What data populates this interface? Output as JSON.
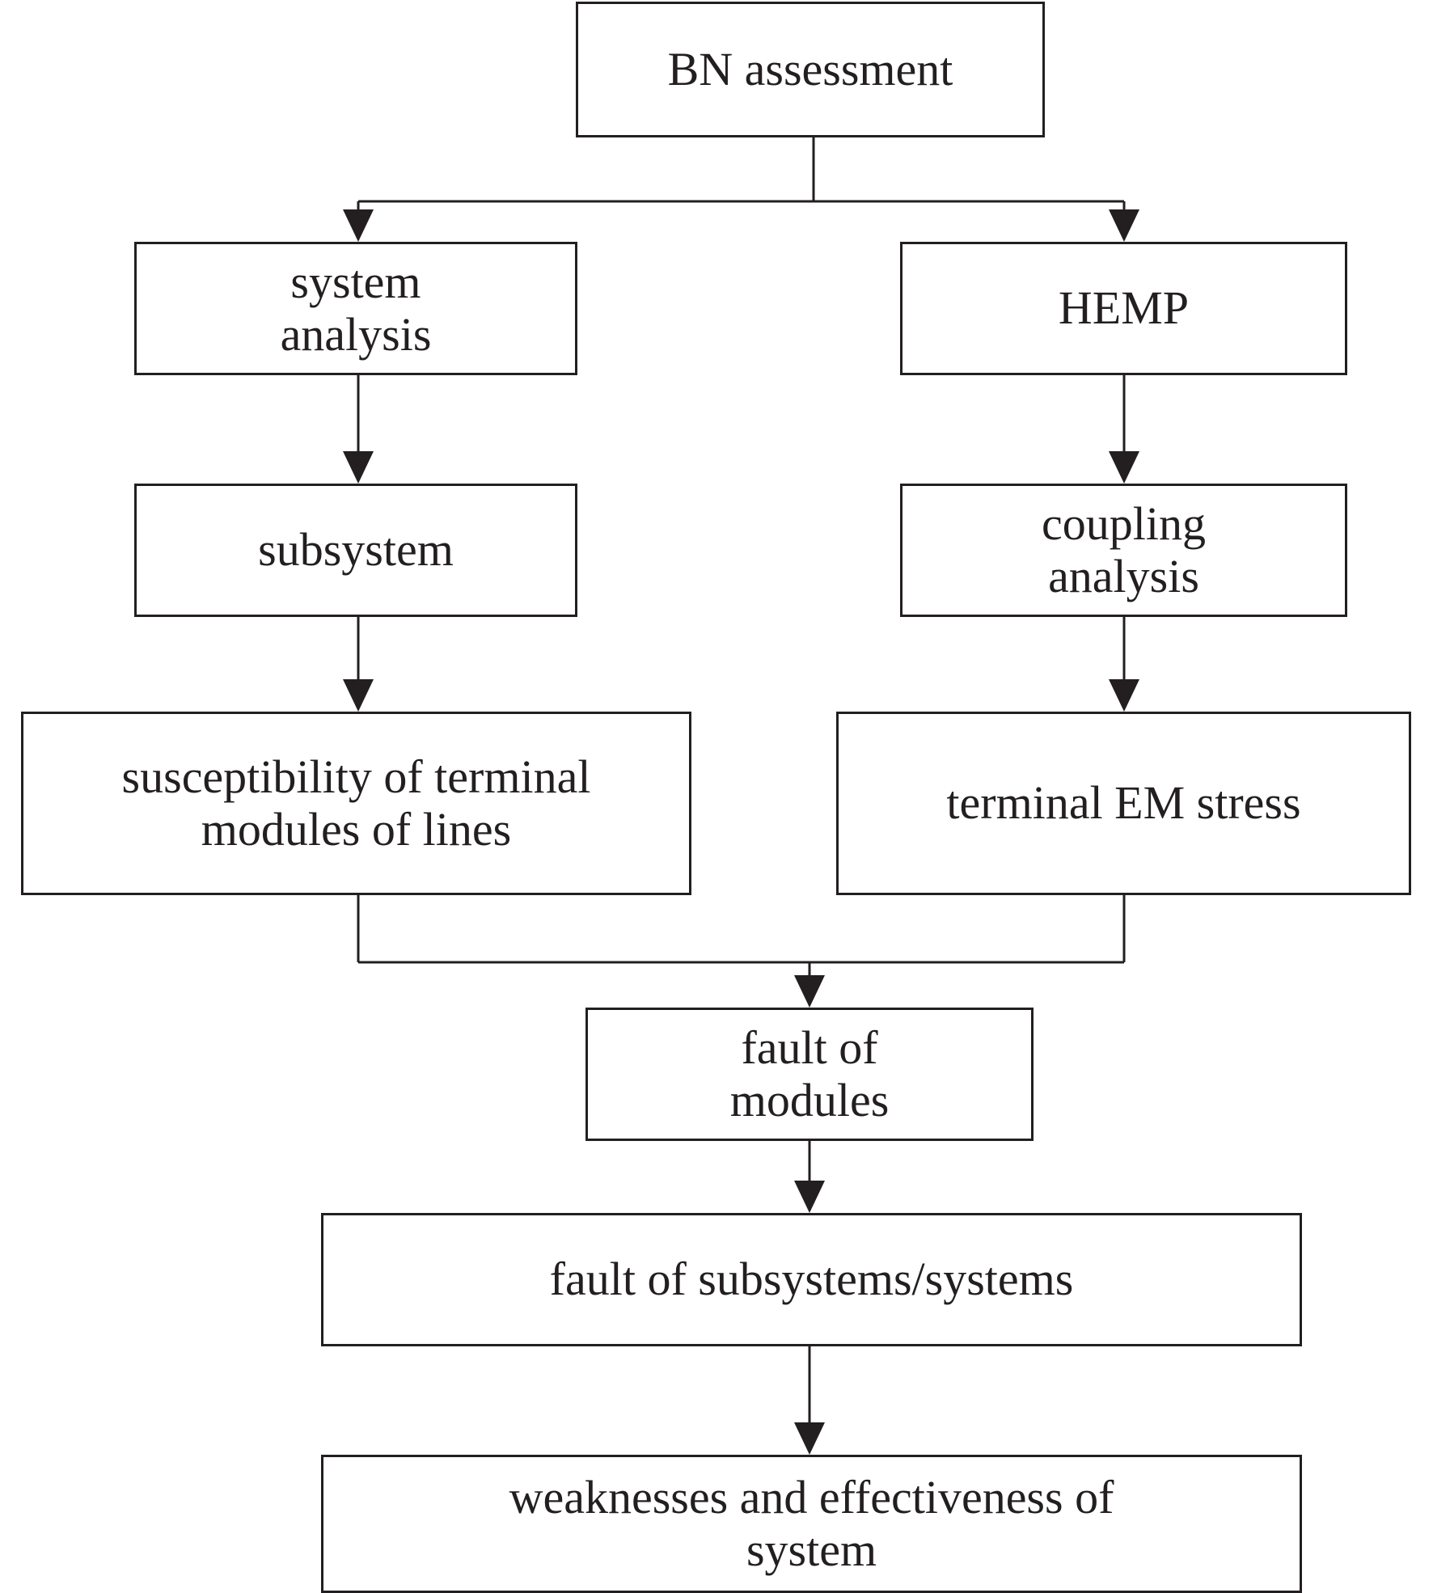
{
  "diagram": {
    "nodes": {
      "bn_assessment": {
        "lines": [
          "BN assessment"
        ]
      },
      "system_analysis": {
        "lines": [
          "system",
          "analysis"
        ]
      },
      "hemp": {
        "lines": [
          "HEMP"
        ]
      },
      "subsystem": {
        "lines": [
          "subsystem"
        ]
      },
      "coupling_analysis": {
        "lines": [
          "coupling",
          "analysis"
        ]
      },
      "susceptibility": {
        "lines": [
          "susceptibility of terminal",
          "modules of lines"
        ]
      },
      "terminal_em_stress": {
        "lines": [
          "terminal EM stress"
        ]
      },
      "fault_of_modules": {
        "lines": [
          "fault of",
          "modules"
        ]
      },
      "fault_of_subsystems": {
        "lines": [
          "fault of subsystems/systems"
        ]
      },
      "weaknesses": {
        "lines": [
          "weaknesses and effectiveness of",
          "system"
        ]
      }
    },
    "edges": [
      {
        "from": "bn_assessment",
        "to": "system_analysis"
      },
      {
        "from": "bn_assessment",
        "to": "hemp"
      },
      {
        "from": "system_analysis",
        "to": "subsystem"
      },
      {
        "from": "subsystem",
        "to": "susceptibility"
      },
      {
        "from": "hemp",
        "to": "coupling_analysis"
      },
      {
        "from": "coupling_analysis",
        "to": "terminal_em_stress"
      },
      {
        "from": "susceptibility",
        "to": "fault_of_modules"
      },
      {
        "from": "terminal_em_stress",
        "to": "fault_of_modules"
      },
      {
        "from": "fault_of_modules",
        "to": "fault_of_subsystems"
      },
      {
        "from": "fault_of_subsystems",
        "to": "weaknesses"
      }
    ],
    "colors": {
      "stroke": "#231f20",
      "background": "#ffffff"
    }
  }
}
